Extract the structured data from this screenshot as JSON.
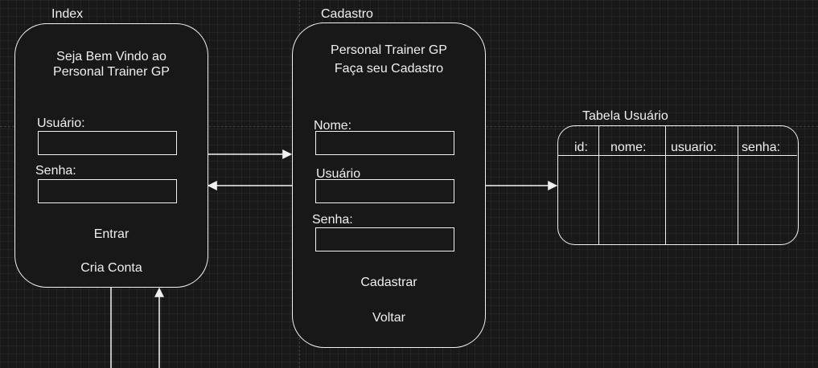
{
  "index": {
    "title": "Index",
    "welcome_line1": "Seja Bem Vindo ao",
    "welcome_line2": "Personal Trainer GP",
    "user_label": "Usuário:",
    "password_label": "Senha:",
    "login_button": "Entrar",
    "create_account_button": "Cria Conta"
  },
  "cadastro": {
    "title": "Cadastro",
    "header_line1": "Personal Trainer GP",
    "header_line2": "Faça seu Cadastro",
    "name_label": "Nome:",
    "user_label": "Usuário",
    "password_label": "Senha:",
    "register_button": "Cadastrar",
    "back_button": "Voltar"
  },
  "tabela": {
    "title": "Tabela Usuário",
    "columns": [
      "id:",
      "nome:",
      "usuario:",
      "senha:"
    ]
  }
}
